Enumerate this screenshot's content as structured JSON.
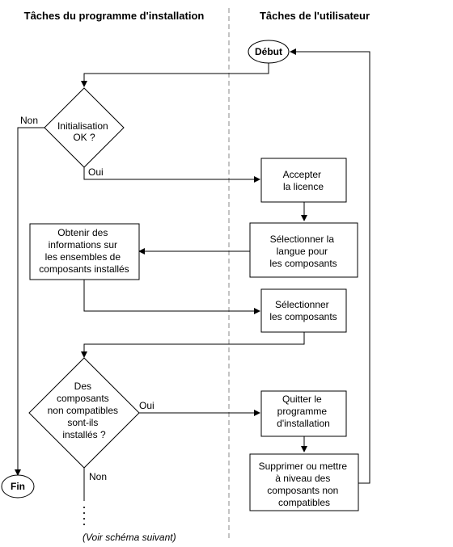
{
  "headers": {
    "left": "Tâches du programme d'installation",
    "right": "Tâches de l'utilisateur"
  },
  "nodes": {
    "start": "Début",
    "end": "Fin",
    "init_decision": [
      "Initialisation",
      "OK ?"
    ],
    "accept_license": [
      "Accepter",
      "la licence"
    ],
    "select_language": [
      "Sélectionner la",
      "langue pour",
      "les composants"
    ],
    "get_info": [
      "Obtenir des",
      "informations sur",
      "les ensembles de",
      "composants installés"
    ],
    "select_components": [
      "Sélectionner",
      "les composants"
    ],
    "incompatible_decision": [
      "Des",
      "composants",
      "non compatibles",
      "sont-ils",
      "installés ?"
    ],
    "quit_installer": [
      "Quitter le",
      "programme",
      "d'installation"
    ],
    "remove_upgrade": [
      "Supprimer ou mettre",
      "à niveau des",
      "composants non",
      "compatibles"
    ]
  },
  "edge_labels": {
    "init_no": "Non",
    "init_yes": "Oui",
    "incompat_yes": "Oui",
    "incompat_no": "Non"
  },
  "footnote": "(Voir schéma suivant)"
}
